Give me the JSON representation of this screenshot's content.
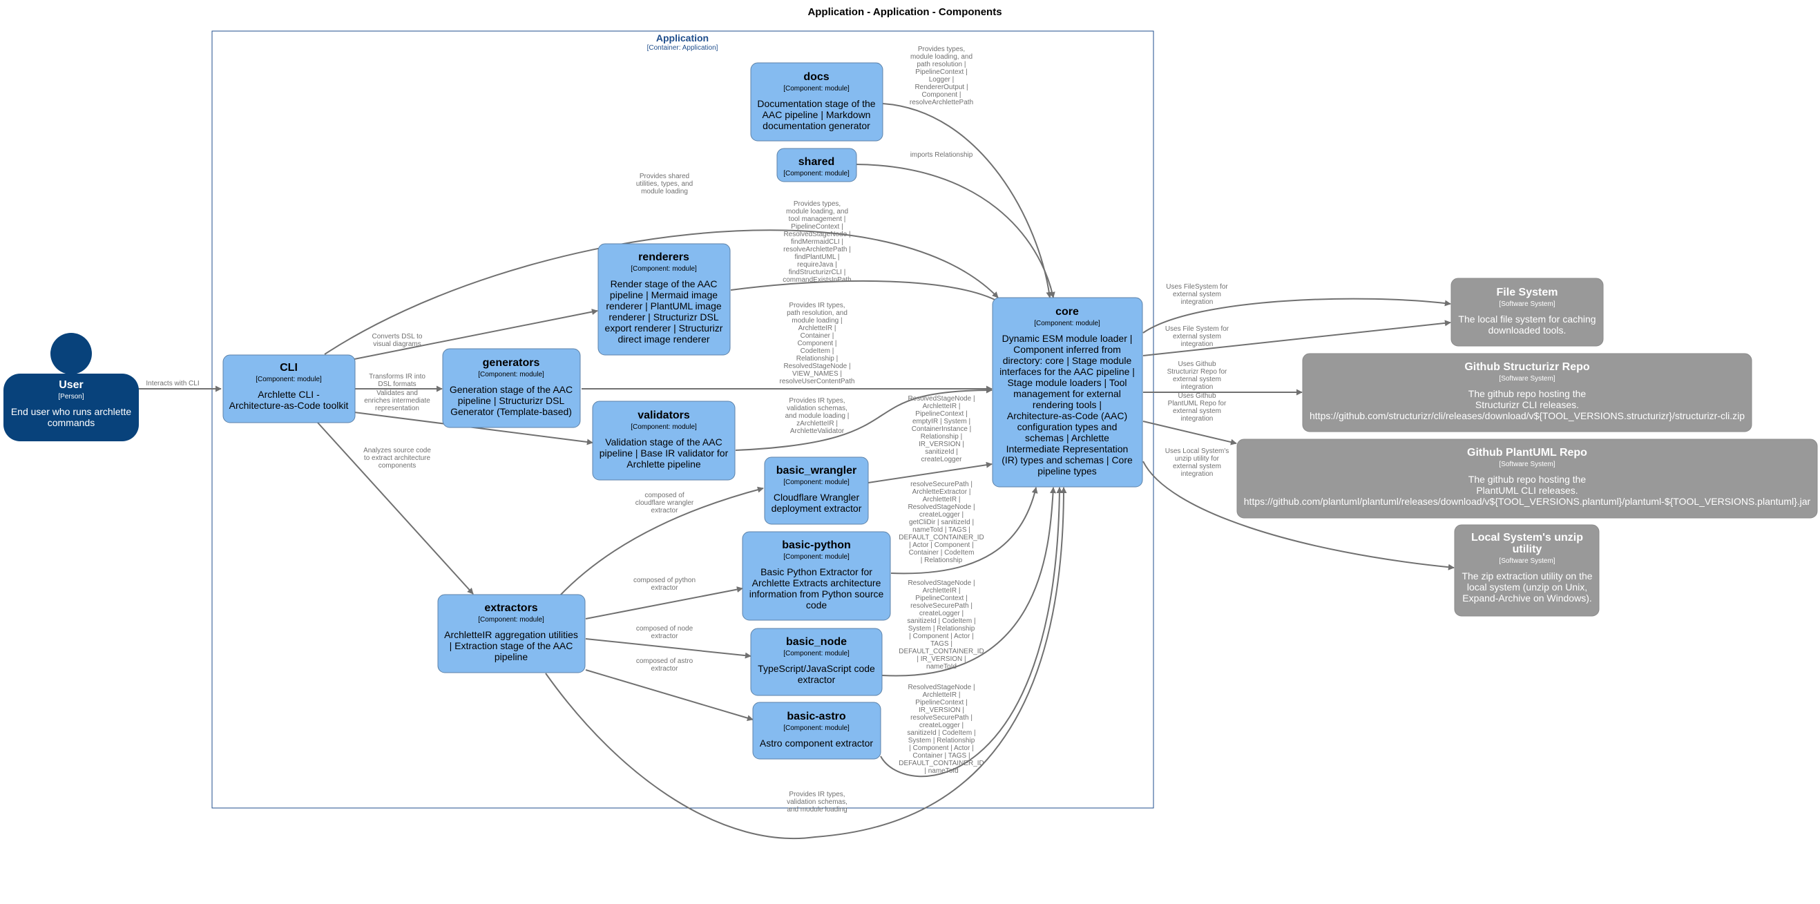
{
  "title": "Application - Application - Components",
  "boundary": {
    "name": "Application",
    "type": "[Container: Application]"
  },
  "nodes": {
    "user": {
      "name": "User",
      "type": "[Person]",
      "desc": [
        "End user who runs archlette",
        "commands"
      ]
    },
    "cli": {
      "name": "CLI",
      "type": "[Component: module]",
      "desc": [
        "Archlette CLI -",
        "Architecture-as-Code toolkit"
      ]
    },
    "docs": {
      "name": "docs",
      "type": "[Component: module]",
      "desc": [
        "Documentation stage of the",
        "AAC pipeline | Markdown",
        "documentation generator"
      ]
    },
    "shared": {
      "name": "shared",
      "type": "[Component: module]",
      "desc": []
    },
    "renderers": {
      "name": "renderers",
      "type": "[Component: module]",
      "desc": [
        "Render stage of the AAC",
        "pipeline | Mermaid image",
        "renderer | PlantUML image",
        "renderer | Structurizr DSL",
        "export renderer | Structurizr",
        "direct image renderer"
      ]
    },
    "generators": {
      "name": "generators",
      "type": "[Component: module]",
      "desc": [
        "Generation stage of the AAC",
        "pipeline | Structurizr DSL",
        "Generator (Template-based)"
      ]
    },
    "validators": {
      "name": "validators",
      "type": "[Component: module]",
      "desc": [
        "Validation stage of the AAC",
        "pipeline | Base IR validator for",
        "Archlette pipeline"
      ]
    },
    "basic_wrangler": {
      "name": "basic_wrangler",
      "type": "[Component: module]",
      "desc": [
        "Cloudflare Wrangler",
        "deployment extractor"
      ]
    },
    "basic_python": {
      "name": "basic-python",
      "type": "[Component: module]",
      "desc": [
        "Basic Python Extractor for",
        "Archlette Extracts architecture",
        "information from Python source",
        "code"
      ]
    },
    "extractors": {
      "name": "extractors",
      "type": "[Component: module]",
      "desc": [
        "ArchletteIR aggregation utilities",
        "| Extraction stage of the AAC",
        "pipeline"
      ]
    },
    "basic_node": {
      "name": "basic_node",
      "type": "[Component: module]",
      "desc": [
        "TypeScript/JavaScript code",
        "extractor"
      ]
    },
    "basic_astro": {
      "name": "basic-astro",
      "type": "[Component: module]",
      "desc": [
        "Astro component extractor"
      ]
    },
    "core": {
      "name": "core",
      "type": "[Component: module]",
      "desc": [
        "Dynamic ESM module loader |",
        "Component inferred from",
        "directory: core | Stage module",
        "interfaces for the AAC pipeline |",
        "Stage module loaders | Tool",
        "management for external",
        "rendering tools |",
        "Architecture-as-Code (AAC)",
        "configuration types and",
        "schemas | Archlette",
        "Intermediate Representation",
        "(IR) types and schemas | Core",
        "pipeline types"
      ]
    },
    "file_system": {
      "name": "File System",
      "type": "[Software System]",
      "desc": [
        "The local file system for caching",
        "downloaded tools."
      ]
    },
    "gh_structurizr": {
      "name": "Github Structurizr Repo",
      "type": "[Software System]",
      "desc": [
        "The github repo hosting the",
        "Structurizr CLI releases.",
        "https://github.com/structurizr/cli/releases/download/v${TOOL_VERSIONS.structurizr}/structurizr-cli.zip"
      ]
    },
    "gh_plantuml": {
      "name": "Github PlantUML Repo",
      "type": "[Software System]",
      "desc": [
        "The github repo hosting the",
        "PlantUML CLI releases.",
        "https://github.com/plantuml/plantuml/releases/download/v${TOOL_VERSIONS.plantuml}/plantuml-${TOOL_VERSIONS.plantuml}.jar"
      ]
    },
    "unzip": {
      "name": [
        "Local System's unzip",
        "utility"
      ],
      "type": "[Software System]",
      "desc": [
        "The zip extraction utility on the",
        "local system (unzip on Unix,",
        "Expand-Archive on Windows)."
      ]
    }
  },
  "relations": {
    "user_cli": [
      "Interacts with CLI"
    ],
    "cli_renderers": [
      "Converts DSL to",
      "visual diagrams"
    ],
    "cli_generators": [
      "Transforms IR into",
      "DSL formats"
    ],
    "cli_validators": [
      "Validates and",
      "enriches intermediate",
      "representation"
    ],
    "cli_extractors": [
      "Analyzes source code",
      "to extract architecture",
      "components"
    ],
    "cli_core": [
      "Provides shared",
      "utilities, types, and",
      "module loading"
    ],
    "docs_core": [
      "Provides types,",
      "module loading, and",
      "path resolution |",
      "PipelineContext |",
      "Logger |",
      "RendererOutput |",
      "Component |",
      "resolveArchlettePath"
    ],
    "shared_core": [
      "imports Relationship"
    ],
    "renderers_core": [
      "Provides types,",
      "module loading, and",
      "tool management |",
      "PipelineContext |",
      "ResolvedStageNode |",
      "findMermaidCLI |",
      "resolveArchlettePath |",
      "findPlantUML |",
      "requireJava |",
      "findStructurizrCLI |",
      "commandExistsInPath"
    ],
    "generators_core": [
      "Provides IR types,",
      "path resolution, and",
      "module loading |",
      "ArchletteIR |",
      "Container |",
      "Component |",
      "CodeItem |",
      "Relationship |",
      "ResolvedStageNode |",
      "VIEW_NAMES |",
      "resolveUserContentPath"
    ],
    "validators_core": [
      "Provides IR types,",
      "validation schemas,",
      "and module loading |",
      "zArchletteIR |",
      "ArchletteValidator"
    ],
    "wrangler_core": [
      "ResolvedStageNode |",
      "ArchletteIR |",
      "PipelineContext |",
      "emptyIR | System |",
      "ContainerInstance |",
      "Relationship |",
      "IR_VERSION |",
      "sanitizeId |",
      "createLogger"
    ],
    "python_core": [
      "resolveSecurePath |",
      "ArchletteExtractor |",
      "ArchletteIR |",
      "ResolvedStageNode |",
      "createLogger |",
      "getCliDir | sanitizeId |",
      "nameToId | TAGS |",
      "DEFAULT_CONTAINER_ID",
      "| Actor | Component |",
      "Container | CodeItem",
      "| Relationship"
    ],
    "node_core": [
      "ResolvedStageNode |",
      "ArchletteIR |",
      "PipelineContext |",
      "resolveSecurePath |",
      "createLogger |",
      "sanitizeId | CodeItem |",
      "System | Relationship",
      "| Component | Actor |",
      "TAGS |",
      "DEFAULT_CONTAINER_ID",
      "| IR_VERSION |",
      "nameToId"
    ],
    "astro_core": [
      "ResolvedStageNode |",
      "ArchletteIR |",
      "PipelineContext |",
      "IR_VERSION |",
      "resolveSecurePath |",
      "createLogger |",
      "sanitizeId | CodeItem |",
      "System | Relationship",
      "| Component | Actor |",
      "Container | TAGS |",
      "DEFAULT_CONTAINER_ID",
      "| nameToId"
    ],
    "extractors_wrangler": [
      "composed of",
      "cloudflare wrangler",
      "extractor"
    ],
    "extractors_python": [
      "composed of python",
      "extractor"
    ],
    "extractors_node": [
      "composed of node",
      "extractor"
    ],
    "extractors_astro": [
      "composed of astro",
      "extractor"
    ],
    "extractors_core": [
      "Provides IR types,",
      "validation schemas,",
      "and module loading"
    ],
    "core_fs1": [
      "Uses FileSystem for",
      "external system",
      "integration"
    ],
    "core_fs2": [
      "Uses File System for",
      "external system",
      "integration"
    ],
    "core_structurizr": [
      "Uses Github",
      "Structurizr Repo for",
      "external system",
      "integration"
    ],
    "core_plantuml": [
      "Uses Github",
      "PlantUML Repo for",
      "external system",
      "integration"
    ],
    "core_unzip": [
      "Uses Local System's",
      "unzip utility for",
      "external system",
      "integration"
    ]
  },
  "colors": {
    "component_fill": "#85bbf0",
    "component_stroke": "#5d82a8",
    "person_fill": "#08427b",
    "external_fill": "#999999",
    "boundary_stroke": "#1f4e8c",
    "edge": "#707070"
  }
}
